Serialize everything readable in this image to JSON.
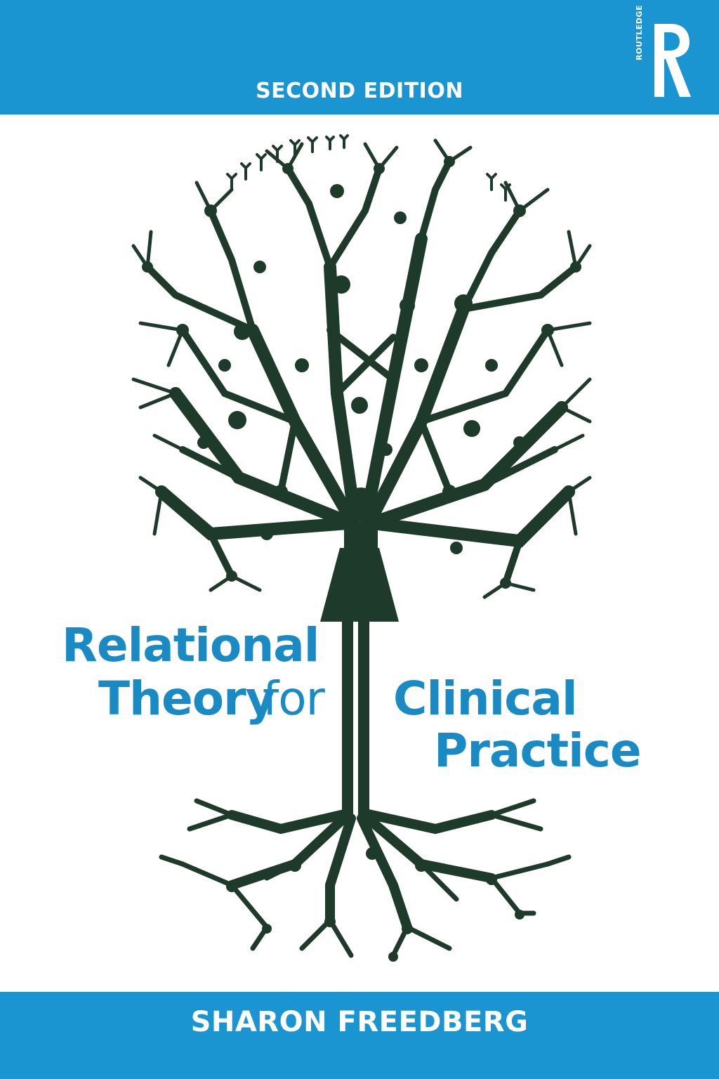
{
  "cover": {
    "edition": "SECOND EDITION",
    "title_lines": [
      "Relational",
      "Theory",
      "for",
      "Clinical",
      "Practice"
    ],
    "author": "SHARON FREEDBERG",
    "publisher": "ROUTLEDGE",
    "colors": {
      "band": "#1a95d2",
      "title": "#1a8ac4",
      "tree": "#1e3a2b",
      "background": "#ffffff"
    },
    "illustration": "tree-of-people-icon"
  }
}
